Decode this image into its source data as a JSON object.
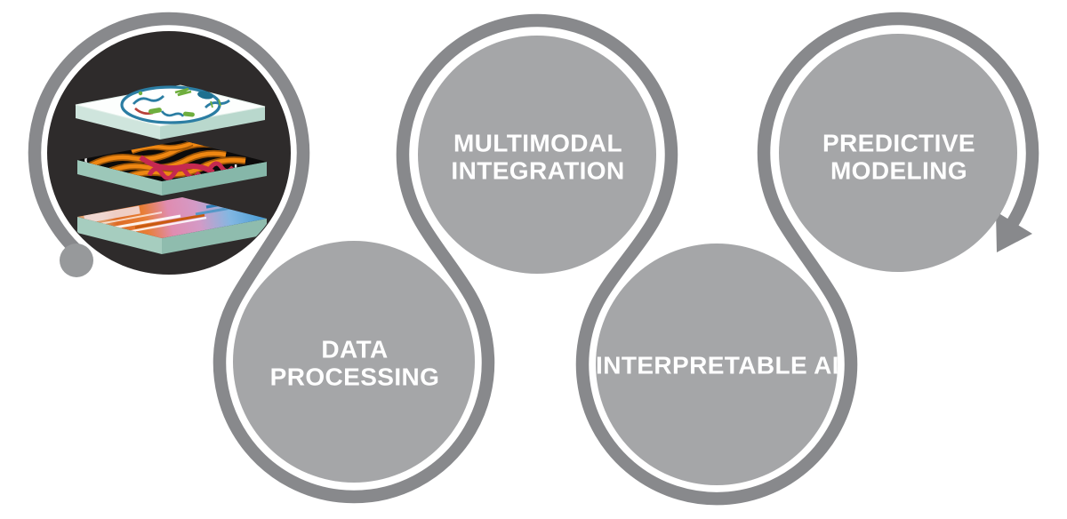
{
  "diagram": {
    "type": "process-cycle",
    "background_color": "#ffffff",
    "colors": {
      "node_fill": "#a5a6a8",
      "flow_arc": "#88898c",
      "start_dot": "#97999b",
      "label_text": "#ffffff",
      "image_node_background": "#2e2b2b"
    },
    "flow": {
      "start_marker": "dot",
      "end_marker": "arrowhead",
      "direction": "left-to-right serpentine"
    },
    "nodes": [
      {
        "id": "multimodal-data-input",
        "kind": "image",
        "label": "",
        "image_description": "isometric stack of three data tiles: genomics doodles in a circle, protein ribbon structures, tissue imaging heatmap",
        "layers": [
          "genomics-tile",
          "protein-structure-tile",
          "imaging-tile"
        ]
      },
      {
        "id": "data-processing",
        "kind": "step",
        "label": "DATA PROCESSING"
      },
      {
        "id": "multimodal-integration",
        "kind": "step",
        "label": "MULTIMODAL INTEGRATION"
      },
      {
        "id": "interpretable-ai",
        "kind": "step",
        "label": "INTERPRETABLE AI"
      },
      {
        "id": "predictive-modeling",
        "kind": "step",
        "label": "PREDICTIVE MODELING"
      }
    ]
  }
}
